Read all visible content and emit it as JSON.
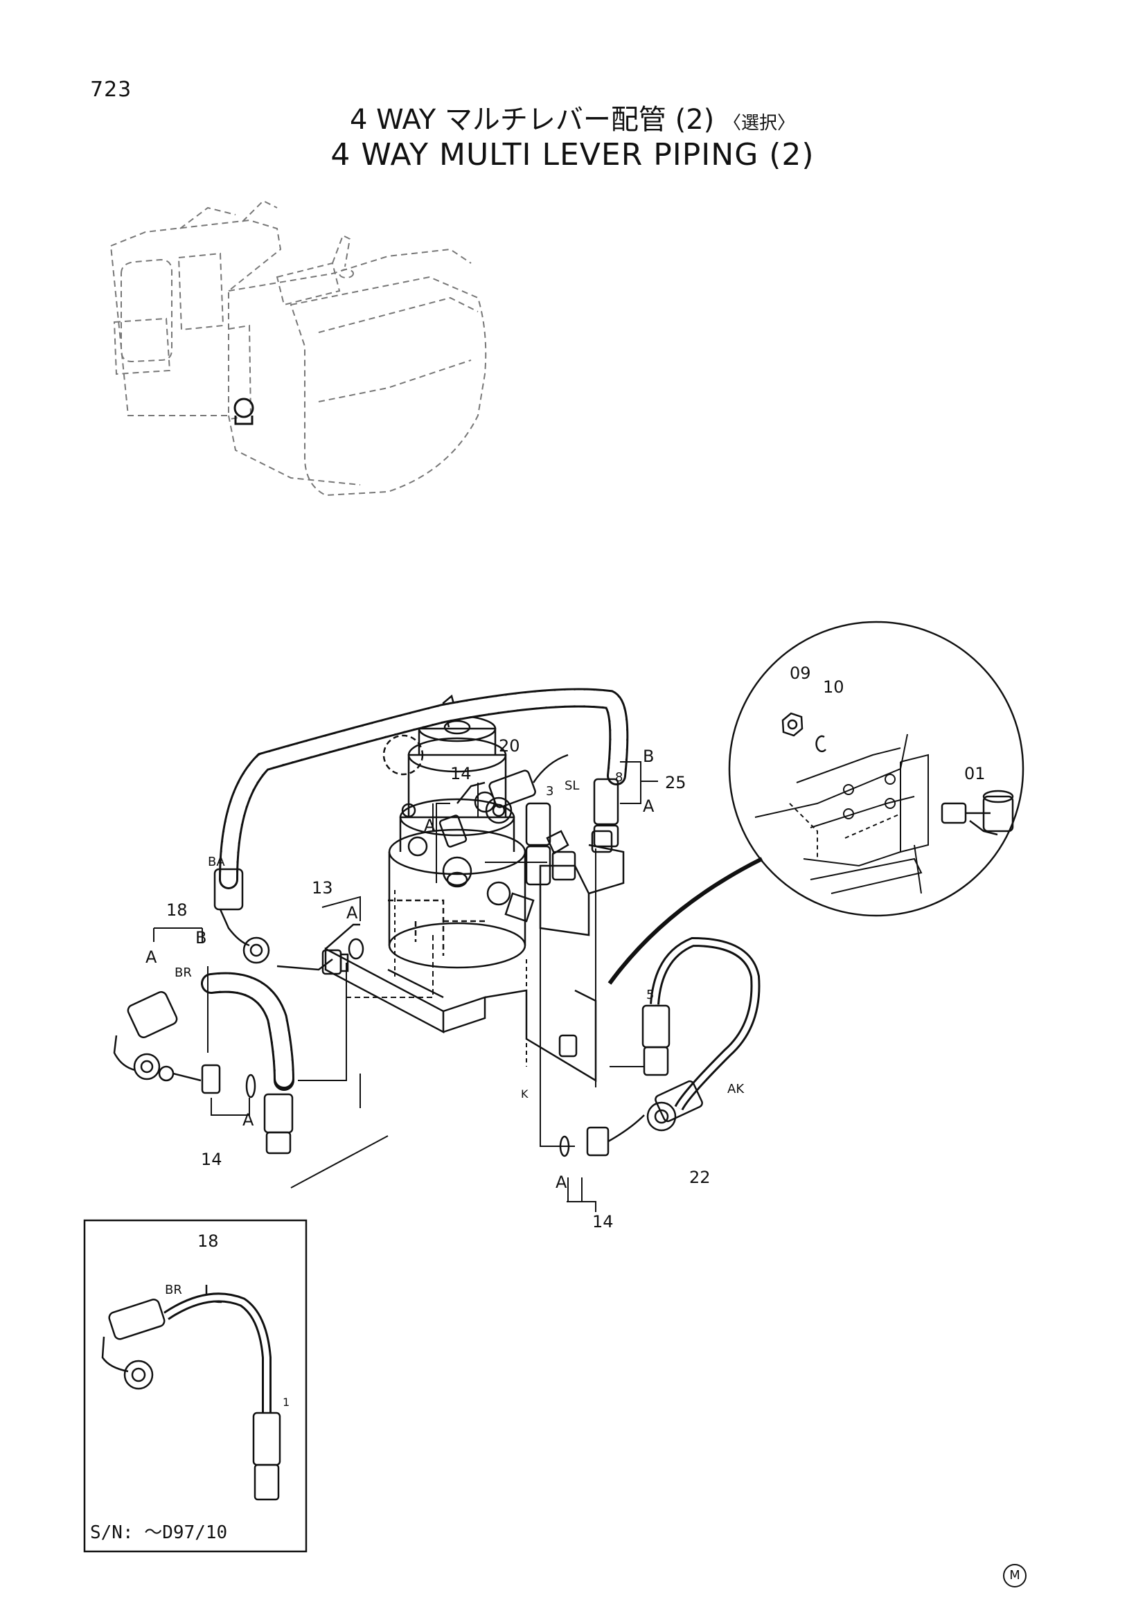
{
  "header": {
    "page_number": "723",
    "title_jp": "4 WAY マルチレバー配管 (2)",
    "title_jp_tag": "〈選択〉",
    "title_en": "4 WAY MULTI LEVER PIPING (2)"
  },
  "callouts": {
    "c01": "01",
    "c09": "09",
    "c10": "10",
    "c13": "13",
    "c14a": "14",
    "c14b": "14",
    "c14c": "14",
    "c18": "18",
    "c18b": "18",
    "c20": "20",
    "c22": "22",
    "c25": "25",
    "BA": "BA",
    "BR": "BR",
    "BR2": "BR",
    "SL": "SL",
    "AK": "AK",
    "A1": "A",
    "A2": "A",
    "A3": "A",
    "A4": "A",
    "A5": "A",
    "A6": "A",
    "B1": "B",
    "B2": "B",
    "n3": "3",
    "n5": "5",
    "n8": "8",
    "n1": "1",
    "K": "K"
  },
  "inset": {
    "serial_note": "S/N: ～D97/10"
  },
  "footer": {
    "mark": "M"
  }
}
